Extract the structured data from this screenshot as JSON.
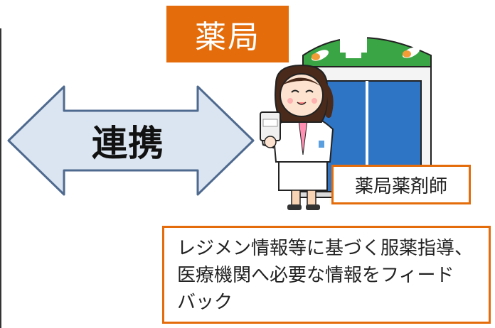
{
  "pharmacy_label": "薬局",
  "arrow": {
    "label": "連携",
    "fill": "#dbe5f1",
    "stroke": "#4f6a8f"
  },
  "illustration": {
    "building_icon": "pharmacy-building-icon",
    "person_icon": "pharmacist-woman-icon"
  },
  "pharmacist_label": "薬局薬剤師",
  "description_lines": [
    "レジメン情報等に基づく服薬指導、",
    "医療機関へ必要な情報をフィード",
    "バック"
  ],
  "colors": {
    "accent_orange": "#e46c0a",
    "window_blue": "#2e75c6",
    "roof_green": "#3aa544"
  }
}
